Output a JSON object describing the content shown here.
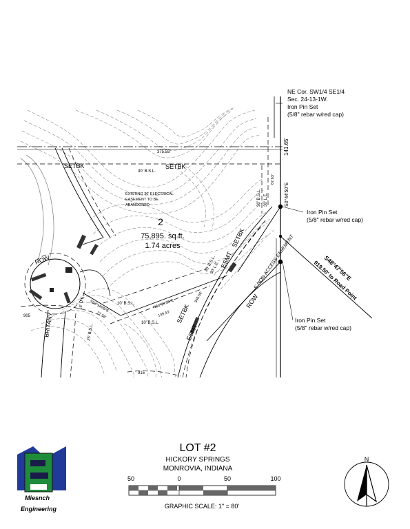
{
  "corner_note": {
    "line1": "NE Cor. SW1/4 SE1/4",
    "line2": "Sec. 24-13-1W.",
    "line3": "Iron Pin Set",
    "line4": "(5/8\" rebar w/red cap)"
  },
  "pin_note_mid": {
    "line1": "Iron Pin Set",
    "line2": "(5/8\" rebar w/red cap)"
  },
  "pin_note_low": {
    "line1": "Iron Pin Set",
    "line2": "(5/8\" rebar w/red cap)"
  },
  "lot": {
    "number": "2",
    "area_sqft": "75,895. sq.ft.",
    "area_acres": "1.74 acres"
  },
  "labels": {
    "setbk_left": "SETBK",
    "setbk_top": "SETBK",
    "bsl_top": "30' B.S.L.",
    "dim_top": "375.55'",
    "dim_right": "141.65'",
    "bearing_right": "S0°44'50\"E",
    "easement_note_1": "EXISTING 30' ELECTRICAL",
    "easement_note_2": "EASEMENT TO BE",
    "easement_note_3": "ABANDONED",
    "bsl_right": "30' B.S.L.",
    "le_right": "30' L.E.",
    "dim_small": "67.63'",
    "setbk_mid": "SETBK",
    "esmt": "ESMT",
    "non_access": "5' NON-ACCESS EASEMENT",
    "row_right": "ROW",
    "row_left": "ROW",
    "road_bearing": "S48°47'56\"E",
    "road_dist": "919.50' to Road Point",
    "bsl_low": "10' B.S.L.",
    "bsl_low2": "10' B.S.L.",
    "bearing_low1": "S68°14'05\"E",
    "bearing_low2": "N80°34'55\"E",
    "dim_low1": "77.59'",
    "dim_low2": "139.43'",
    "bsl_road": "30' B.S.L.",
    "le_road": "30' L.E.",
    "setbk_road": "SETBK",
    "esmt_road": "ESMT",
    "dim_road": "349.56'",
    "britany": "BRITANY",
    "ue": "15' U.E.",
    "contour_915": "915",
    "contour_905": "905",
    "bsl_left": "25' B.S.L."
  },
  "title_block": {
    "title": "LOT #2",
    "subtitle": "HICKORY SPRINGS",
    "location": "MONROVIA, INDIANA",
    "scale_labels": [
      "50",
      "0",
      "50",
      "100"
    ],
    "scale_text": "GRAPHIC SCALE: 1\" = 80'",
    "logo_line1": "Miesnch",
    "logo_line2": "Engineering",
    "north": "N"
  },
  "colors": {
    "logo_blue": "#1f3a99",
    "logo_green": "#1e8c3a",
    "logo_dark": "#1b1b4a",
    "contour": "#9a9a9a"
  }
}
